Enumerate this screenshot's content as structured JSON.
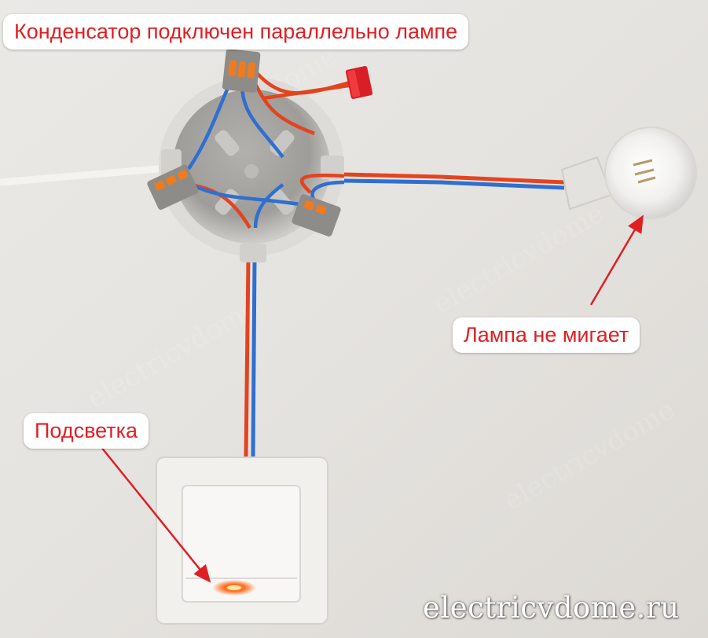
{
  "photo": {
    "subject": "wall-wiring-photo",
    "colors": {
      "annotation_text": "#e01f24",
      "annotation_bg": "#ffffff",
      "wire_red": "#e4431f",
      "wire_blue": "#2f6fd0",
      "wall": "#e6e4e0"
    }
  },
  "annotations": {
    "title": "Конденсатор подключен параллельно лампе",
    "lamp": "Лампа не мигает",
    "backlight": "Подсветка"
  },
  "watermark": "electricvdome.ru"
}
